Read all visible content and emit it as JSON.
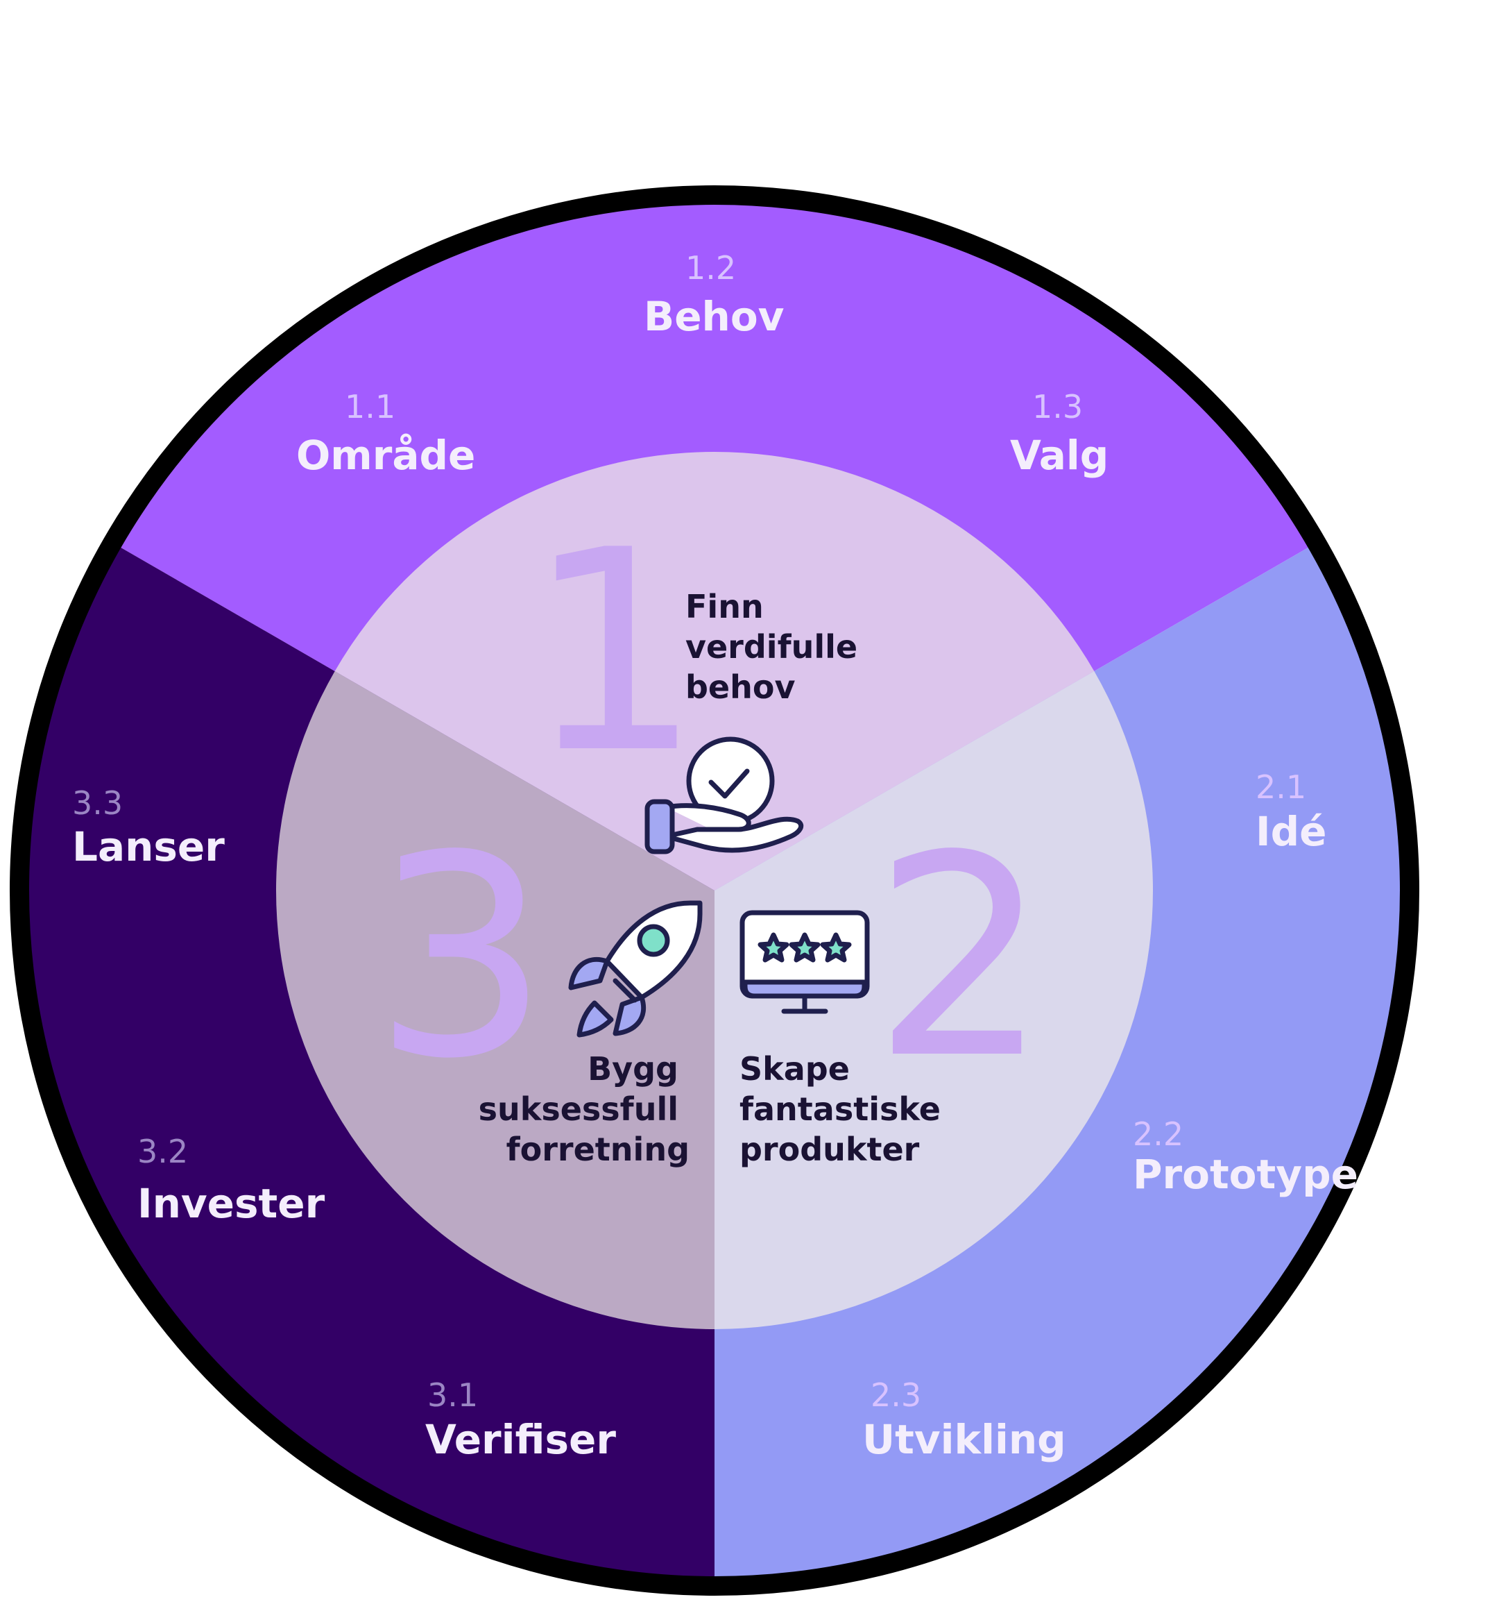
{
  "colors": {
    "stroke": "#000000",
    "phase1_outer": "#a35cff",
    "phase2_outer": "#939af5",
    "phase3_outer": "#330066",
    "phase1_inner": "#dcc5ec",
    "phase2_inner": "#dad8ec",
    "phase3_inner": "#bba9c4",
    "big_numeral": "#c8a7f2",
    "icon_line": "#1f1f4d",
    "icon_fill": "#a3a8f2",
    "icon_accent": "#7fe0c9"
  },
  "phases": [
    {
      "number": "1",
      "center_lines": [
        "Finn",
        "verdifulle",
        "behov"
      ],
      "icon": "hand-check-icon",
      "steps": [
        {
          "code": "1.1",
          "name": "Område"
        },
        {
          "code": "1.2",
          "name": "Behov"
        },
        {
          "code": "1.3",
          "name": "Valg"
        }
      ]
    },
    {
      "number": "2",
      "center_lines": [
        "Skape",
        "fantastiske",
        "produkter"
      ],
      "icon": "monitor-stars-icon",
      "steps": [
        {
          "code": "2.1",
          "name": "Idé"
        },
        {
          "code": "2.2",
          "name": "Prototype"
        },
        {
          "code": "2.3",
          "name": "Utvikling"
        }
      ]
    },
    {
      "number": "3",
      "center_lines": [
        "Bygg",
        "suksessfull",
        "forretning"
      ],
      "icon": "rocket-icon",
      "steps": [
        {
          "code": "3.1",
          "name": "Verifiser"
        },
        {
          "code": "3.2",
          "name": "Invester"
        },
        {
          "code": "3.3",
          "name": "Lanser"
        }
      ]
    }
  ]
}
